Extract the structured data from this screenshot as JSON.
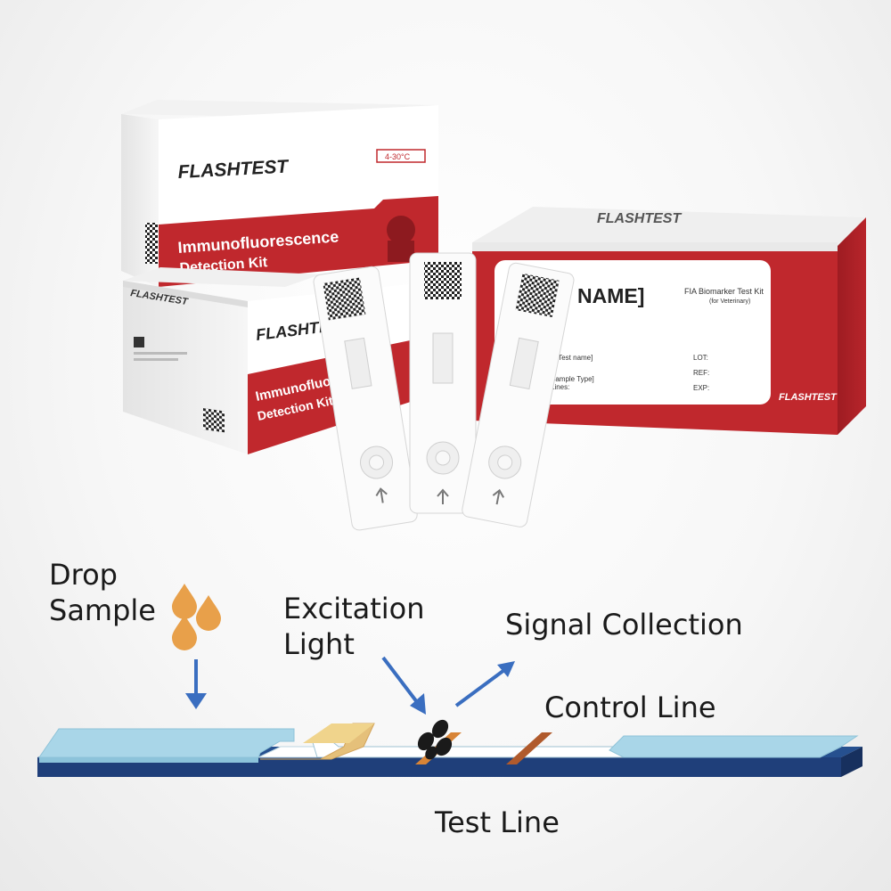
{
  "brand": "FLASHTEST",
  "kit_box_back": {
    "title_line1": "Immunofluorescence",
    "title_line2": "Detection Kit",
    "temperature": "4-30°C"
  },
  "kit_box_front": {
    "title_line1": "Immunofluor",
    "title_line2": "Detection Kit"
  },
  "kit_box_right": {
    "name": "NAME]",
    "subtitle": "FIA Biomarker Test Kit",
    "subtitle2": "(for Veterinary)",
    "field_test": "[Test name]",
    "field_sample": "Sample Type]",
    "field_lines": "Lines:",
    "lot": "LOT:",
    "ref": "REF:",
    "exp": "EXP:"
  },
  "labels": {
    "drop_sample_1": "Drop",
    "drop_sample_2": "Sample",
    "excitation_1": "Excitation",
    "excitation_2": "Light",
    "signal": "Signal Collection",
    "control_line": "Control Line",
    "test_line": "Test Line"
  },
  "colors": {
    "brand_red": "#c0282d",
    "strip_blue": "#a9d6e8",
    "pad_yellow": "#e5c07a",
    "arrow_blue": "#3a6ec0",
    "drop_orange": "#e8a04a",
    "base_navy": "#1f3f7a"
  }
}
